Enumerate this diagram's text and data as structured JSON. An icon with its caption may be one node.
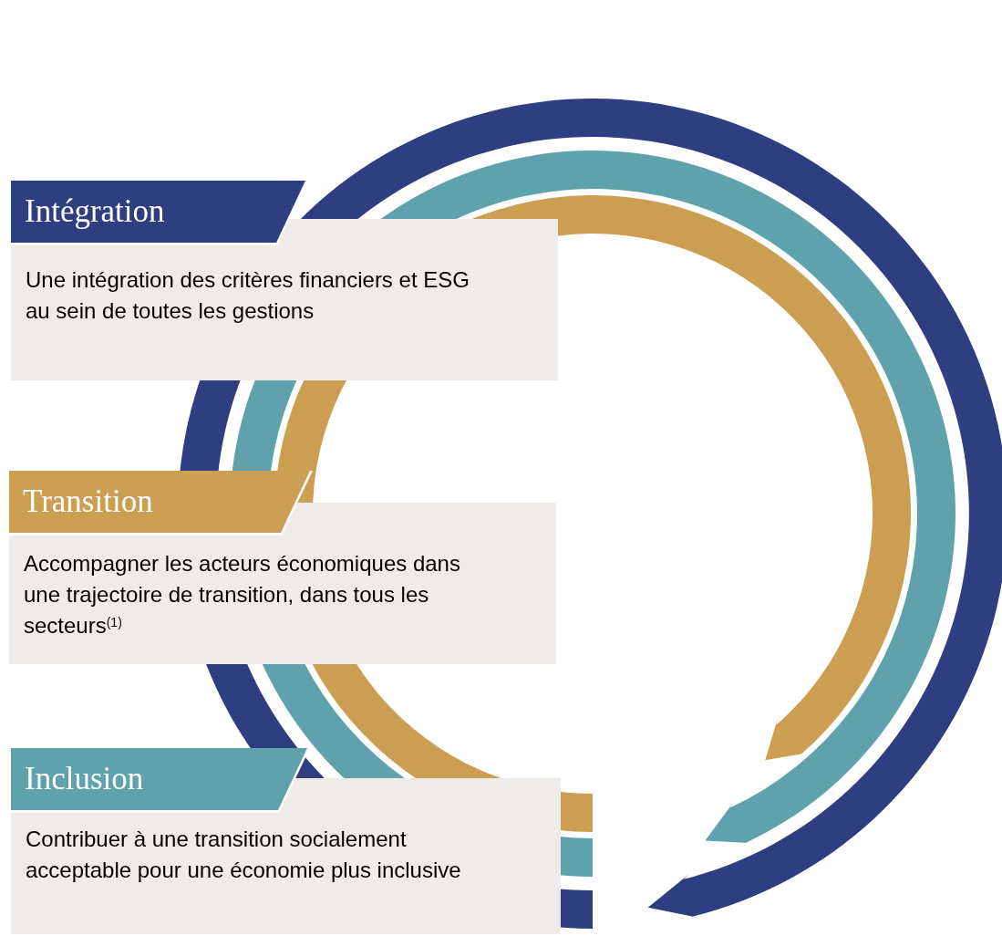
{
  "diagram": {
    "nodes": [
      {
        "text": [
          "Intégration",
          "Une intégration des critères financiers et ESG au sein de toutes les gestions"
        ]
      },
      {
        "text": [
          "Transition",
          "Accompagner les acteurs économiques dans une trajectoire de transition, dans tous les secteurs$^{(1)}$"
        ]
      },
      {
        "text": [
          "Inclusion",
          "Contribuer à une transition socialement acceptable pour une économie plus inclusive"
        ]
      }
    ]
  }
}
